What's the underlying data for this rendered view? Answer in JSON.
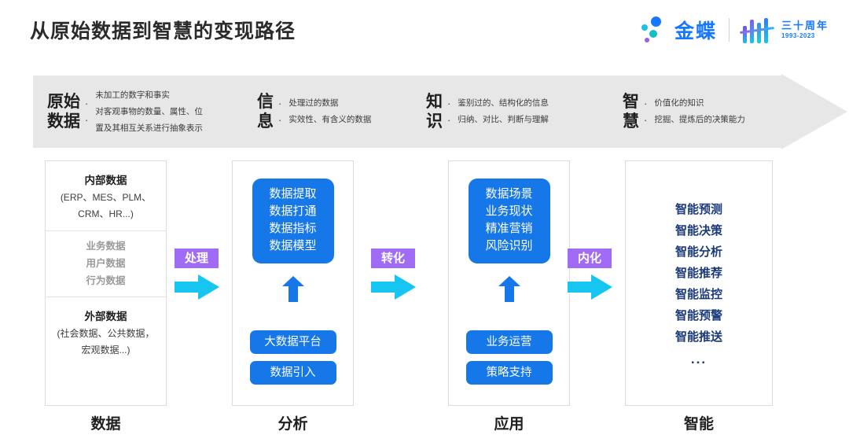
{
  "header": {
    "title": "从原始数据到智慧的变现路径",
    "brand": {
      "name": "金蝶",
      "anniversary_main": "三十周年",
      "anniversary_years": "1993-2023"
    }
  },
  "banner": {
    "stages": [
      {
        "name_line1": "原始",
        "name_line2": "数据",
        "bullets": [
          "未加工的数字和事实",
          "对客观事物的数量、属性、位",
          "置及其相互关系进行抽象表示"
        ],
        "dot_count": 2
      },
      {
        "name_line1": "信",
        "name_line2": "息",
        "bullets": [
          "处理过的数据",
          "实效性、有含义的数据"
        ],
        "dot_count": 2
      },
      {
        "name_line1": "知",
        "name_line2": "识",
        "bullets": [
          "鉴别过的、结构化的信息",
          "归纳、对比、判断与理解"
        ],
        "dot_count": 2
      },
      {
        "name_line1": "智",
        "name_line2": "慧",
        "bullets": [
          "价值化的知识",
          "挖掘、提炼后的决策能力"
        ],
        "dot_count": 2
      }
    ]
  },
  "columns": [
    {
      "caption": "数据",
      "top_title": "内部数据",
      "top_sub_line1": "(ERP、MES、PLM、",
      "top_sub_line2": "CRM、HR...)",
      "middle_items": [
        "业务数据",
        "用户数据",
        "行为数据"
      ],
      "bottom_title": "外部数据",
      "bottom_sub_line1": "(社会数据、公共数据，",
      "bottom_sub_line2": "宏观数据...)"
    },
    {
      "caption": "分析",
      "box_items": [
        "数据提取",
        "数据打通",
        "数据指标",
        "数据模型"
      ],
      "pills": [
        "大数据平台",
        "数据引入"
      ]
    },
    {
      "caption": "应用",
      "box_items": [
        "数据场景",
        "业务现状",
        "精准营销",
        "风险识别"
      ],
      "pills": [
        "业务运营",
        "策略支持"
      ]
    },
    {
      "caption": "智能",
      "ai_items": [
        "智能预测",
        "智能决策",
        "智能分析",
        "智能推荐",
        "智能监控",
        "智能预警",
        "智能推送"
      ],
      "ai_ellipsis": "..."
    }
  ],
  "connectors": [
    {
      "label": "处理"
    },
    {
      "label": "转化"
    },
    {
      "label": "内化"
    }
  ],
  "colors": {
    "primary_blue": "#1677e8",
    "banner_gray": "#e7e7e7",
    "connector_purple": "#a06bf5",
    "connector_cyan": "#16c6f0",
    "ai_navy": "#1b3a7a",
    "muted_gray": "#9a9a9a"
  }
}
